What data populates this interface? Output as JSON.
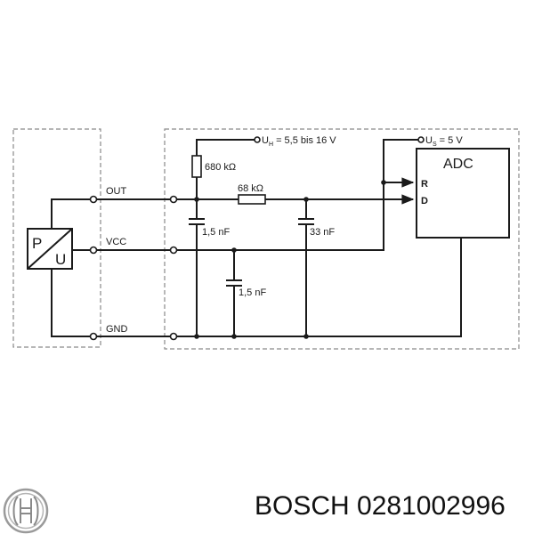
{
  "diagram": {
    "sensor": {
      "top_label": "P",
      "bottom_label": "U"
    },
    "terminals": {
      "out": "OUT",
      "vcc": "VCC",
      "gnd": "GND"
    },
    "supply_uh": {
      "symbol": "U",
      "subscript": "H",
      "value": " = 5,5 bis 16 V"
    },
    "supply_us": {
      "symbol": "U",
      "subscript": "S",
      "value": " = 5 V"
    },
    "components": {
      "r_pullup": "680 kΩ",
      "r_series": "68 kΩ",
      "c1": "1,5 nF",
      "c2": "1,5 nF",
      "c3": "33 nF"
    },
    "adc": {
      "title": "ADC",
      "pin_r": "R",
      "pin_d": "D"
    },
    "colors": {
      "line": "#1a1a1a",
      "dashed": "#8a8a8a"
    }
  },
  "footer": {
    "brand": "BOSCH",
    "part_number": "0281002996",
    "caption": "BOSCH 0281002996"
  }
}
